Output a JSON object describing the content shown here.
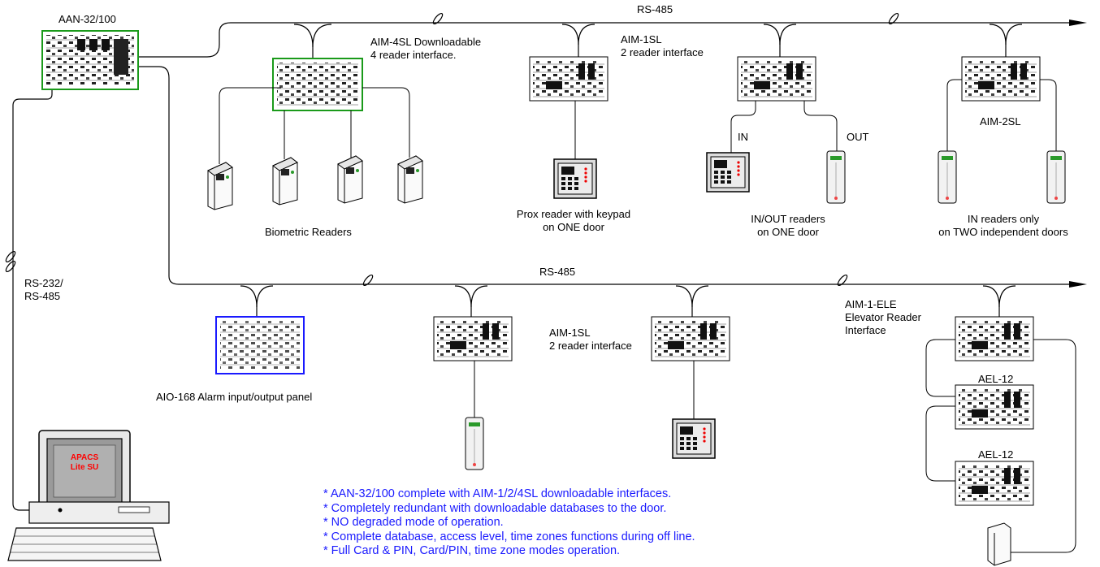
{
  "controller": {
    "label": "AAN-32/100"
  },
  "host_link": {
    "label": "RS-232/\nRS-485"
  },
  "computer": {
    "screen_text": "APACS\nLite SU"
  },
  "bus_top": {
    "label": "RS-485"
  },
  "bus_bottom": {
    "label": "RS-485"
  },
  "aim4sl": {
    "label": "AIM-4SL Downloadable\n4 reader interface."
  },
  "biometric": {
    "caption": "Biometric Readers"
  },
  "aim1sl_top": {
    "label": "AIM-1SL\n2 reader interface"
  },
  "prox_keypad": {
    "caption": "Prox reader with keypad\non ONE door"
  },
  "in_out": {
    "in_label": "IN",
    "out_label": "OUT",
    "caption": "IN/OUT readers\non ONE door"
  },
  "aim2sl": {
    "label": "AIM-2SL",
    "caption": "IN readers only\non TWO independent doors"
  },
  "aio168": {
    "caption": "AIO-168 Alarm input/output panel"
  },
  "aim1sl_bottom": {
    "label": "AIM-1SL\n2 reader interface"
  },
  "elevator": {
    "label": "AIM-1-ELE\nElevator Reader\nInterface",
    "ael1_label": "AEL-12",
    "ael2_label": "AEL-12"
  },
  "notes": [
    "* AAN-32/100 complete with AIM-1/2/4SL downloadable interfaces.",
    "* Completely redundant with downloadable databases to the door.",
    "* NO degraded mode of operation.",
    "* Complete database, access level, time zones functions during off line.",
    "* Full Card & PIN, Card/PIN, time zone modes operation."
  ],
  "colors": {
    "notes": "#1a1aff",
    "aan_border": "#1a9a1a",
    "aim4_border": "#1a9a1a",
    "aio_border": "#1a1aff",
    "screen_text": "#ff0000"
  }
}
